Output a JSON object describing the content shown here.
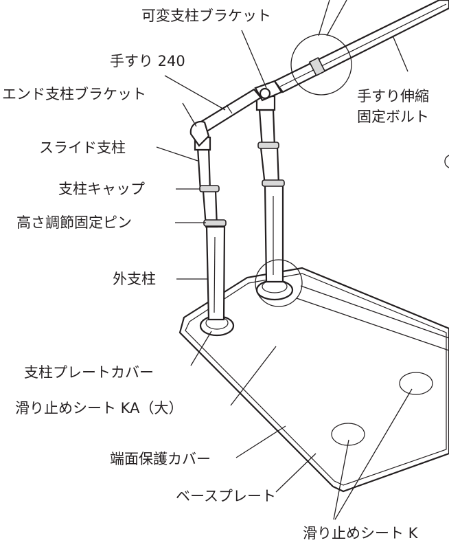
{
  "labels": {
    "variable_bracket": "可変支柱ブラケット",
    "handrail": "手すり 240",
    "end_bracket": "エンド支柱ブラケット",
    "telescoping_bolt_line1": "手すり伸縮",
    "telescoping_bolt_line2": "固定ボルト",
    "slide_post": "スライド支柱",
    "post_cap": "支柱キャップ",
    "height_pin": "高さ調節固定ピン",
    "outer_post": "外支柱",
    "post_plate_cover": "支柱プレートカバー",
    "antislip_sheet_large": "滑り止めシート KA（大）",
    "edge_cover": "端面保護カバー",
    "base_plate": "ベースプレート",
    "antislip_sheet_small": "滑り止めシート K"
  }
}
